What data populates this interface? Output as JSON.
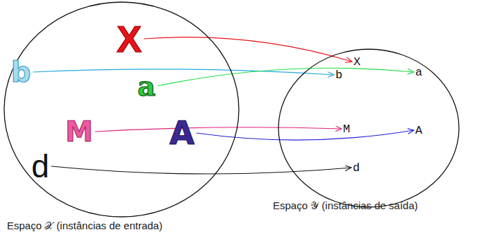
{
  "diagram": {
    "nodes": [
      {
        "text": [
          "Espaço 𝒳 (instâncias de entrada)"
        ]
      },
      {
        "text": [
          "X"
        ],
        "in": 0
      },
      {
        "text": [
          "b"
        ],
        "in": 0
      },
      {
        "text": [
          "a"
        ],
        "in": 0
      },
      {
        "text": [
          "M"
        ],
        "in": 0
      },
      {
        "text": [
          "A"
        ],
        "in": 0
      },
      {
        "text": [
          "d"
        ],
        "in": 0
      },
      {
        "text": [
          "Espaço 𝒴 (instâncias de saída)"
        ]
      },
      {
        "text": [
          "X"
        ],
        "in": 7
      },
      {
        "text": [
          "b"
        ],
        "in": 7
      },
      {
        "text": [
          "a"
        ],
        "in": 7
      },
      {
        "text": [
          "M"
        ],
        "in": 7
      },
      {
        "text": [
          "A"
        ],
        "in": 7
      },
      {
        "text": [
          "d"
        ],
        "in": 7
      }
    ],
    "edges": [
      {
        "from": 1,
        "to": 8,
        "arrow": "to"
      },
      {
        "from": 2,
        "to": 9,
        "arrow": "to"
      },
      {
        "from": 3,
        "to": 10,
        "arrow": "to"
      },
      {
        "from": 4,
        "to": 11,
        "arrow": "to"
      },
      {
        "from": 5,
        "to": 12,
        "arrow": "to"
      },
      {
        "from": 6,
        "to": 13,
        "arrow": "to"
      }
    ]
  }
}
